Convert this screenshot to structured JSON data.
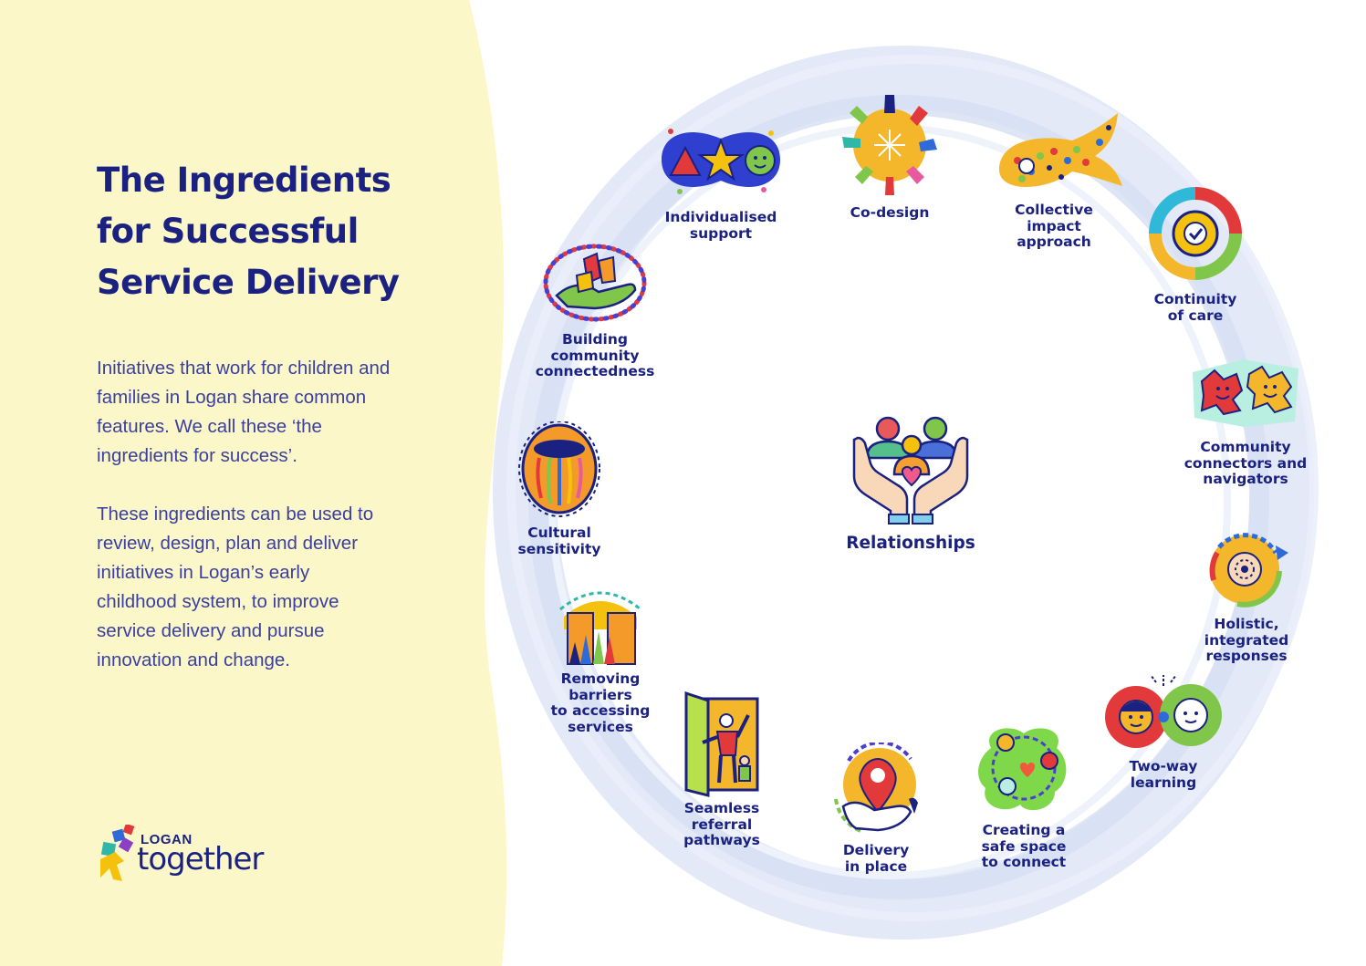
{
  "title_lines": [
    "The Ingredients",
    "for Successful",
    "Service Delivery"
  ],
  "intro_lines": [
    "Initiatives that work for children and",
    "families in Logan share common",
    "features. We call these ‘the",
    "ingredients for success’."
  ],
  "usage_lines": [
    "These ingredients can be used to",
    "review, design, plan and deliver",
    "initiatives in Logan’s early",
    "childhood system, to improve",
    "service delivery and pursue",
    "innovation and change."
  ],
  "logo": {
    "word1": "LOGAN",
    "word2": "together"
  },
  "center": {
    "label": "Relationships",
    "icon": "relationships-icon"
  },
  "ingredients": [
    {
      "icon": "individualised-support-icon",
      "label": [
        "Individualised",
        "support"
      ]
    },
    {
      "icon": "co-design-icon",
      "label": [
        "Co-design"
      ]
    },
    {
      "icon": "collective-impact-icon",
      "label": [
        "Collective",
        "impact",
        "approach"
      ]
    },
    {
      "icon": "continuity-of-care-icon",
      "label": [
        "Continuity",
        "of care"
      ]
    },
    {
      "icon": "community-connectors-icon",
      "label": [
        "Community",
        "connectors and",
        "navigators"
      ]
    },
    {
      "icon": "holistic-responses-icon",
      "label": [
        "Holistic,",
        "integrated",
        "responses"
      ]
    },
    {
      "icon": "two-way-learning-icon",
      "label": [
        "Two-way",
        "learning"
      ]
    },
    {
      "icon": "safe-space-icon",
      "label": [
        "Creating a",
        "safe space",
        "to connect"
      ]
    },
    {
      "icon": "delivery-in-place-icon",
      "label": [
        "Delivery",
        "in place"
      ]
    },
    {
      "icon": "referral-pathways-icon",
      "label": [
        "Seamless",
        "referral",
        "pathways"
      ]
    },
    {
      "icon": "removing-barriers-icon",
      "label": [
        "Removing",
        "barriers",
        "to accessing",
        "services"
      ]
    },
    {
      "icon": "cultural-sensitivity-icon",
      "label": [
        "Cultural",
        "sensitivity"
      ]
    },
    {
      "icon": "community-connectedness-icon",
      "label": [
        "Building",
        "community",
        "connectedness"
      ]
    }
  ],
  "colors": {
    "navy": "#1a2180",
    "cream": "#fbf7c9",
    "ring": "#dde4f5"
  }
}
